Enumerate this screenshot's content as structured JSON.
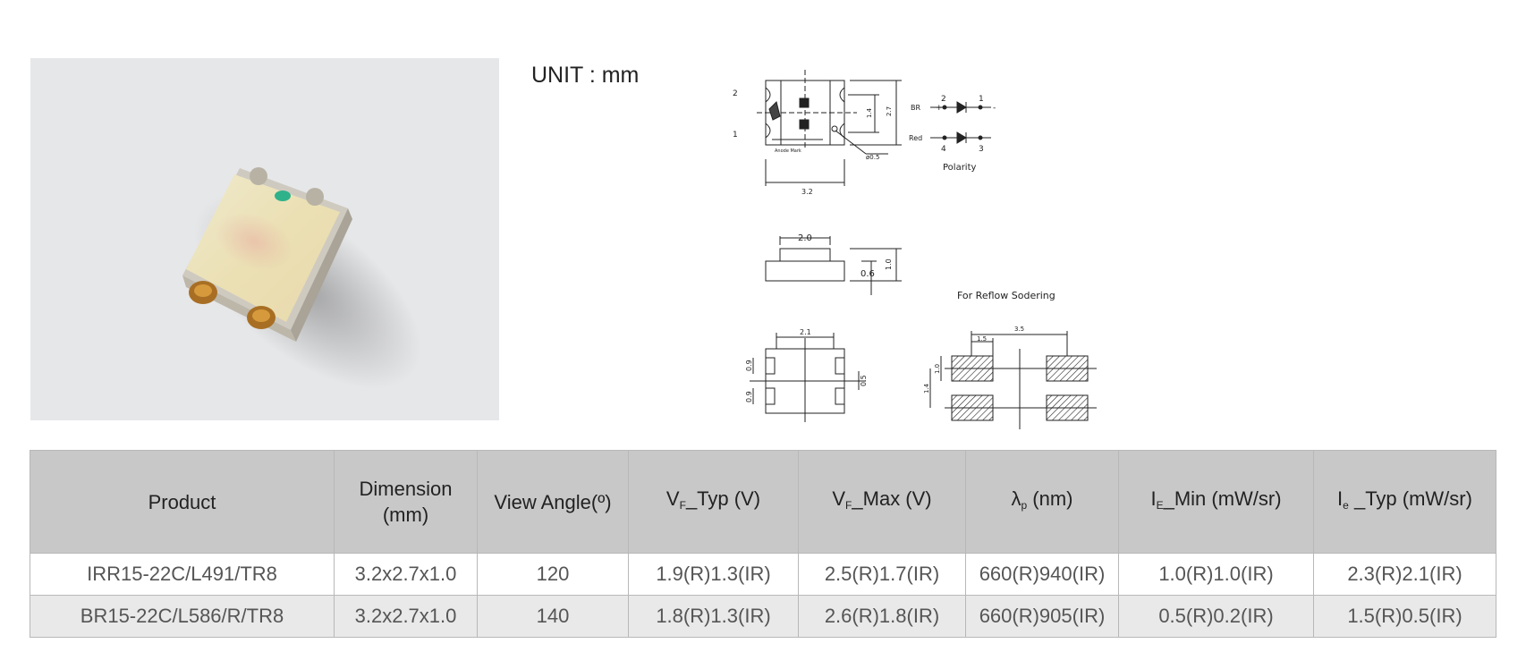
{
  "unit_label": "UNIT : mm",
  "drawing": {
    "dim_3_2": "3.2",
    "dim_2_7": "2.7",
    "dim_1_4": "1.4",
    "hole": "ø0.5",
    "anode_mark": "Anode Mark",
    "pin_1": "1",
    "pin_2": "2",
    "pin_3": "3",
    "pin_4": "4",
    "label_br": "BR",
    "label_red": "Red",
    "polarity": "Polarity",
    "dim_2_0": "2.0",
    "dim_0_6": "0.6",
    "dim_1_0": "1.0",
    "reflow": "For Reflow Sodering",
    "dim_2_1": "2.1",
    "dim_0_9": "0.9",
    "dim_0_5": "0.5",
    "dim_3_5": "3.5",
    "dim_1_5": "1.5",
    "pad_1_0": "1.0",
    "pad_1_4": "1.4"
  },
  "table": {
    "headers": {
      "product": "Product",
      "dimension": "Dimension (mm)",
      "view_angle": "View Angle(º)",
      "vf_typ": {
        "main": "V",
        "sub": "F",
        "rest": "_Typ (V)"
      },
      "vf_max": {
        "main": "V",
        "sub": "F",
        "rest": "_Max (V)"
      },
      "lambda": {
        "main": "λ",
        "sub": "p",
        "rest": " (nm)"
      },
      "ie_min": {
        "main": "I",
        "sub": "E",
        "rest": "_Min (mW/sr)"
      },
      "ie_typ": {
        "main": "I",
        "sub": "e",
        "rest": " _Typ (mW/sr)"
      }
    },
    "rows": [
      [
        "IRR15-22C/L491/TR8",
        "3.2x2.7x1.0",
        "120",
        "1.9(R)1.3(IR)",
        "2.5(R)1.7(IR)",
        "660(R)940(IR)",
        "1.0(R)1.0(IR)",
        "2.3(R)2.1(IR)"
      ],
      [
        "BR15-22C/L586/R/TR8",
        "3.2x2.7x1.0",
        "140",
        "1.8(R)1.3(IR)",
        "2.6(R)1.8(IR)",
        "660(R)905(IR)",
        "0.5(R)0.2(IR)",
        "1.5(R)0.5(IR)"
      ]
    ]
  }
}
